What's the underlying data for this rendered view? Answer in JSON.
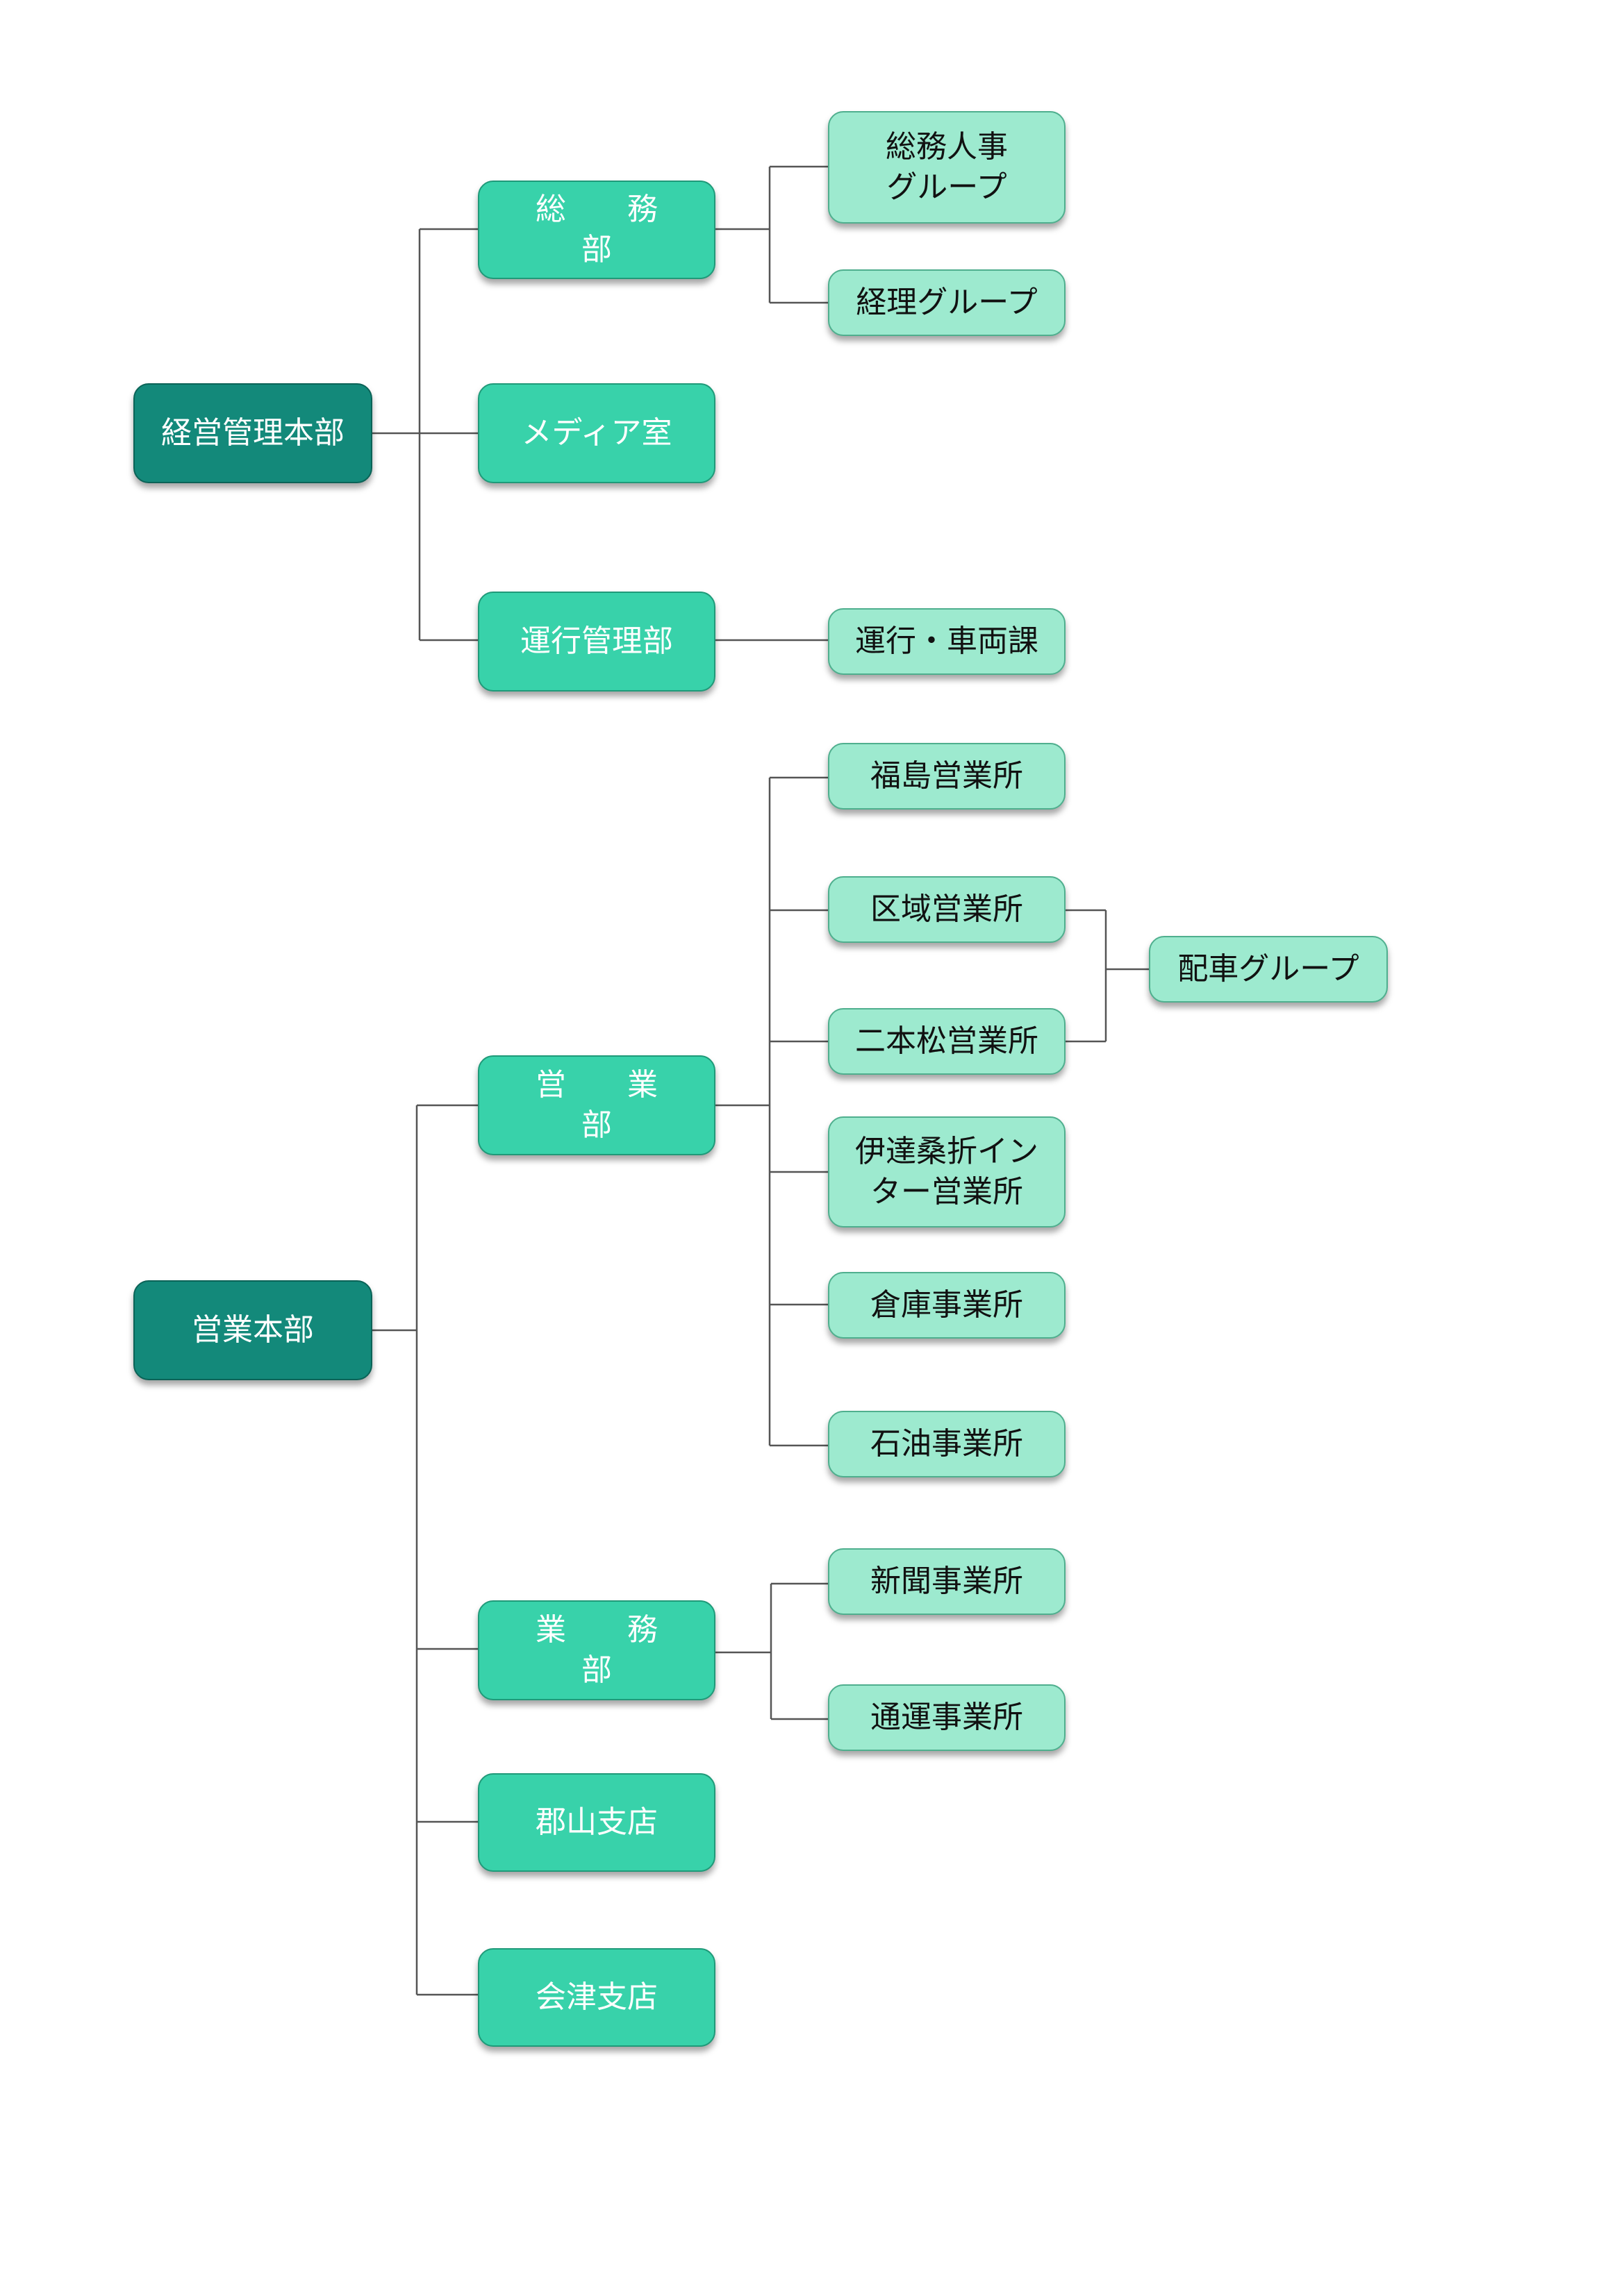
{
  "org": {
    "top_management": "経営管理本部",
    "general_affairs": "総　務　部",
    "hr_group": "総務人事\nグループ",
    "accounting_group": "経理グループ",
    "media_room": "メディア室",
    "operations_dept": "運行管理部",
    "operations_section": "運行・車両課",
    "sales_hq": "営業本部",
    "sales_dept": "営　業　部",
    "fukushima_office": "福島営業所",
    "district_office": "区域営業所",
    "nihonmatsu_office": "二本松営業所",
    "dispatch_group": "配車グループ",
    "date_office": "伊達桑折イン\nター営業所",
    "warehouse_office": "倉庫事業所",
    "oil_office": "石油事業所",
    "business_dept": "業　務　部",
    "newspaper_office": "新聞事業所",
    "courier_office": "通運事業所",
    "koriyama_branch": "郡山支店",
    "aizu_branch": "会津支店"
  },
  "colors": {
    "level1_fill": "#13897a",
    "level2_fill": "#38d2aa",
    "level3_fill": "#9deacf",
    "connector": "#555555"
  }
}
